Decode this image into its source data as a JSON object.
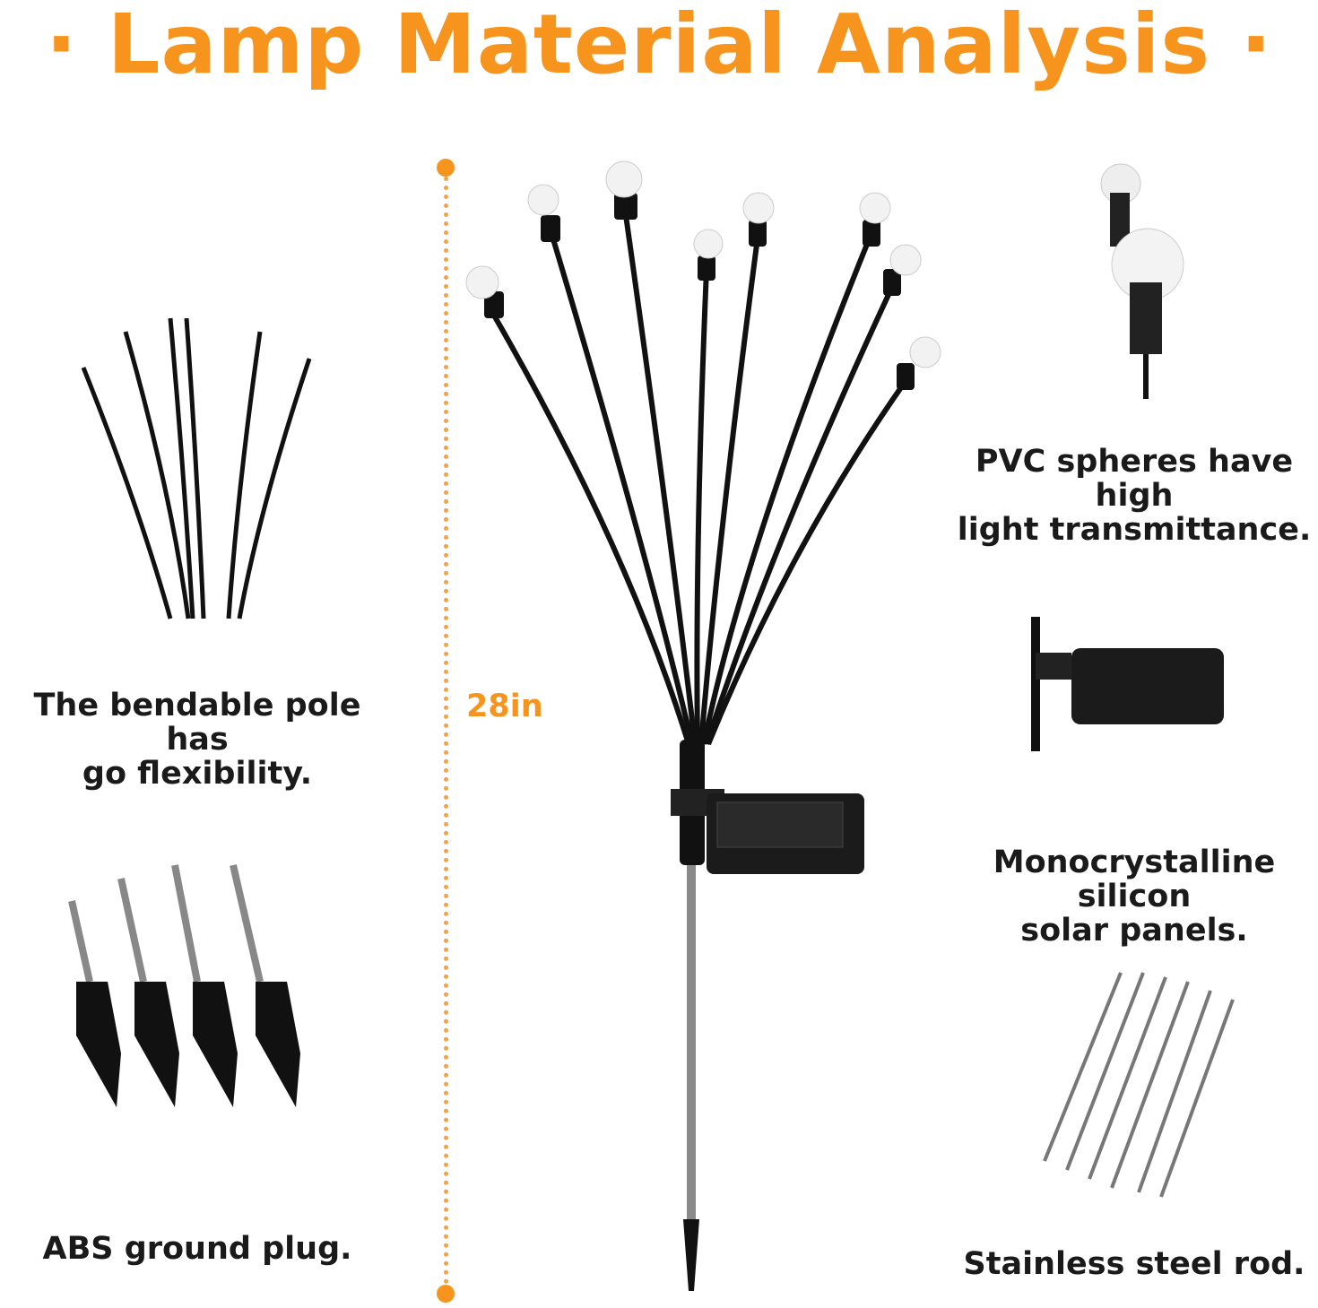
{
  "title": "· Lamp Material Analysis ·",
  "dimension_label": "28in",
  "features": [
    {
      "line1": "The bendable pole has",
      "line2": "go flexibility."
    },
    {
      "line1": "ABS ground plug.",
      "line2": ""
    },
    {
      "line1": "PVC spheres have high",
      "line2": "light transmittance."
    },
    {
      "line1": "Monocrystalline silicon",
      "line2": "solar panels."
    },
    {
      "line1": "Stainless steel rod.",
      "line2": ""
    }
  ],
  "colors": {
    "accent": "#f7941d"
  }
}
